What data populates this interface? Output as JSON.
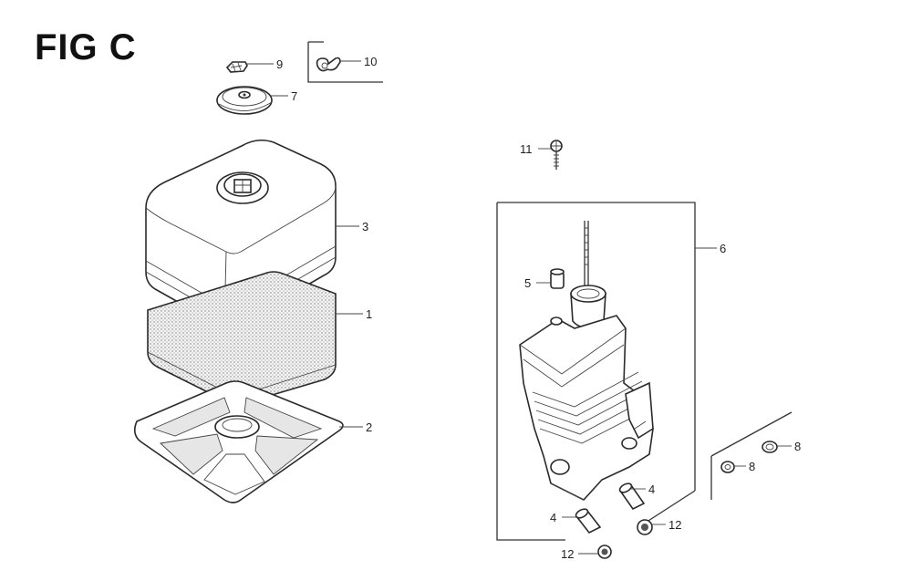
{
  "figure": {
    "title": "FIG C"
  },
  "callouts": [
    {
      "id": "c9",
      "label": "9"
    },
    {
      "id": "c10",
      "label": "10"
    },
    {
      "id": "c7",
      "label": "7"
    },
    {
      "id": "c3",
      "label": "3"
    },
    {
      "id": "c1",
      "label": "1"
    },
    {
      "id": "c2",
      "label": "2"
    },
    {
      "id": "c11",
      "label": "11"
    },
    {
      "id": "c6",
      "label": "6"
    },
    {
      "id": "c5",
      "label": "5"
    },
    {
      "id": "c4a",
      "label": "4"
    },
    {
      "id": "c4b",
      "label": "4"
    },
    {
      "id": "c12a",
      "label": "12"
    },
    {
      "id": "c12b",
      "label": "12"
    },
    {
      "id": "c8a",
      "label": "8"
    },
    {
      "id": "c8b",
      "label": "8"
    }
  ]
}
